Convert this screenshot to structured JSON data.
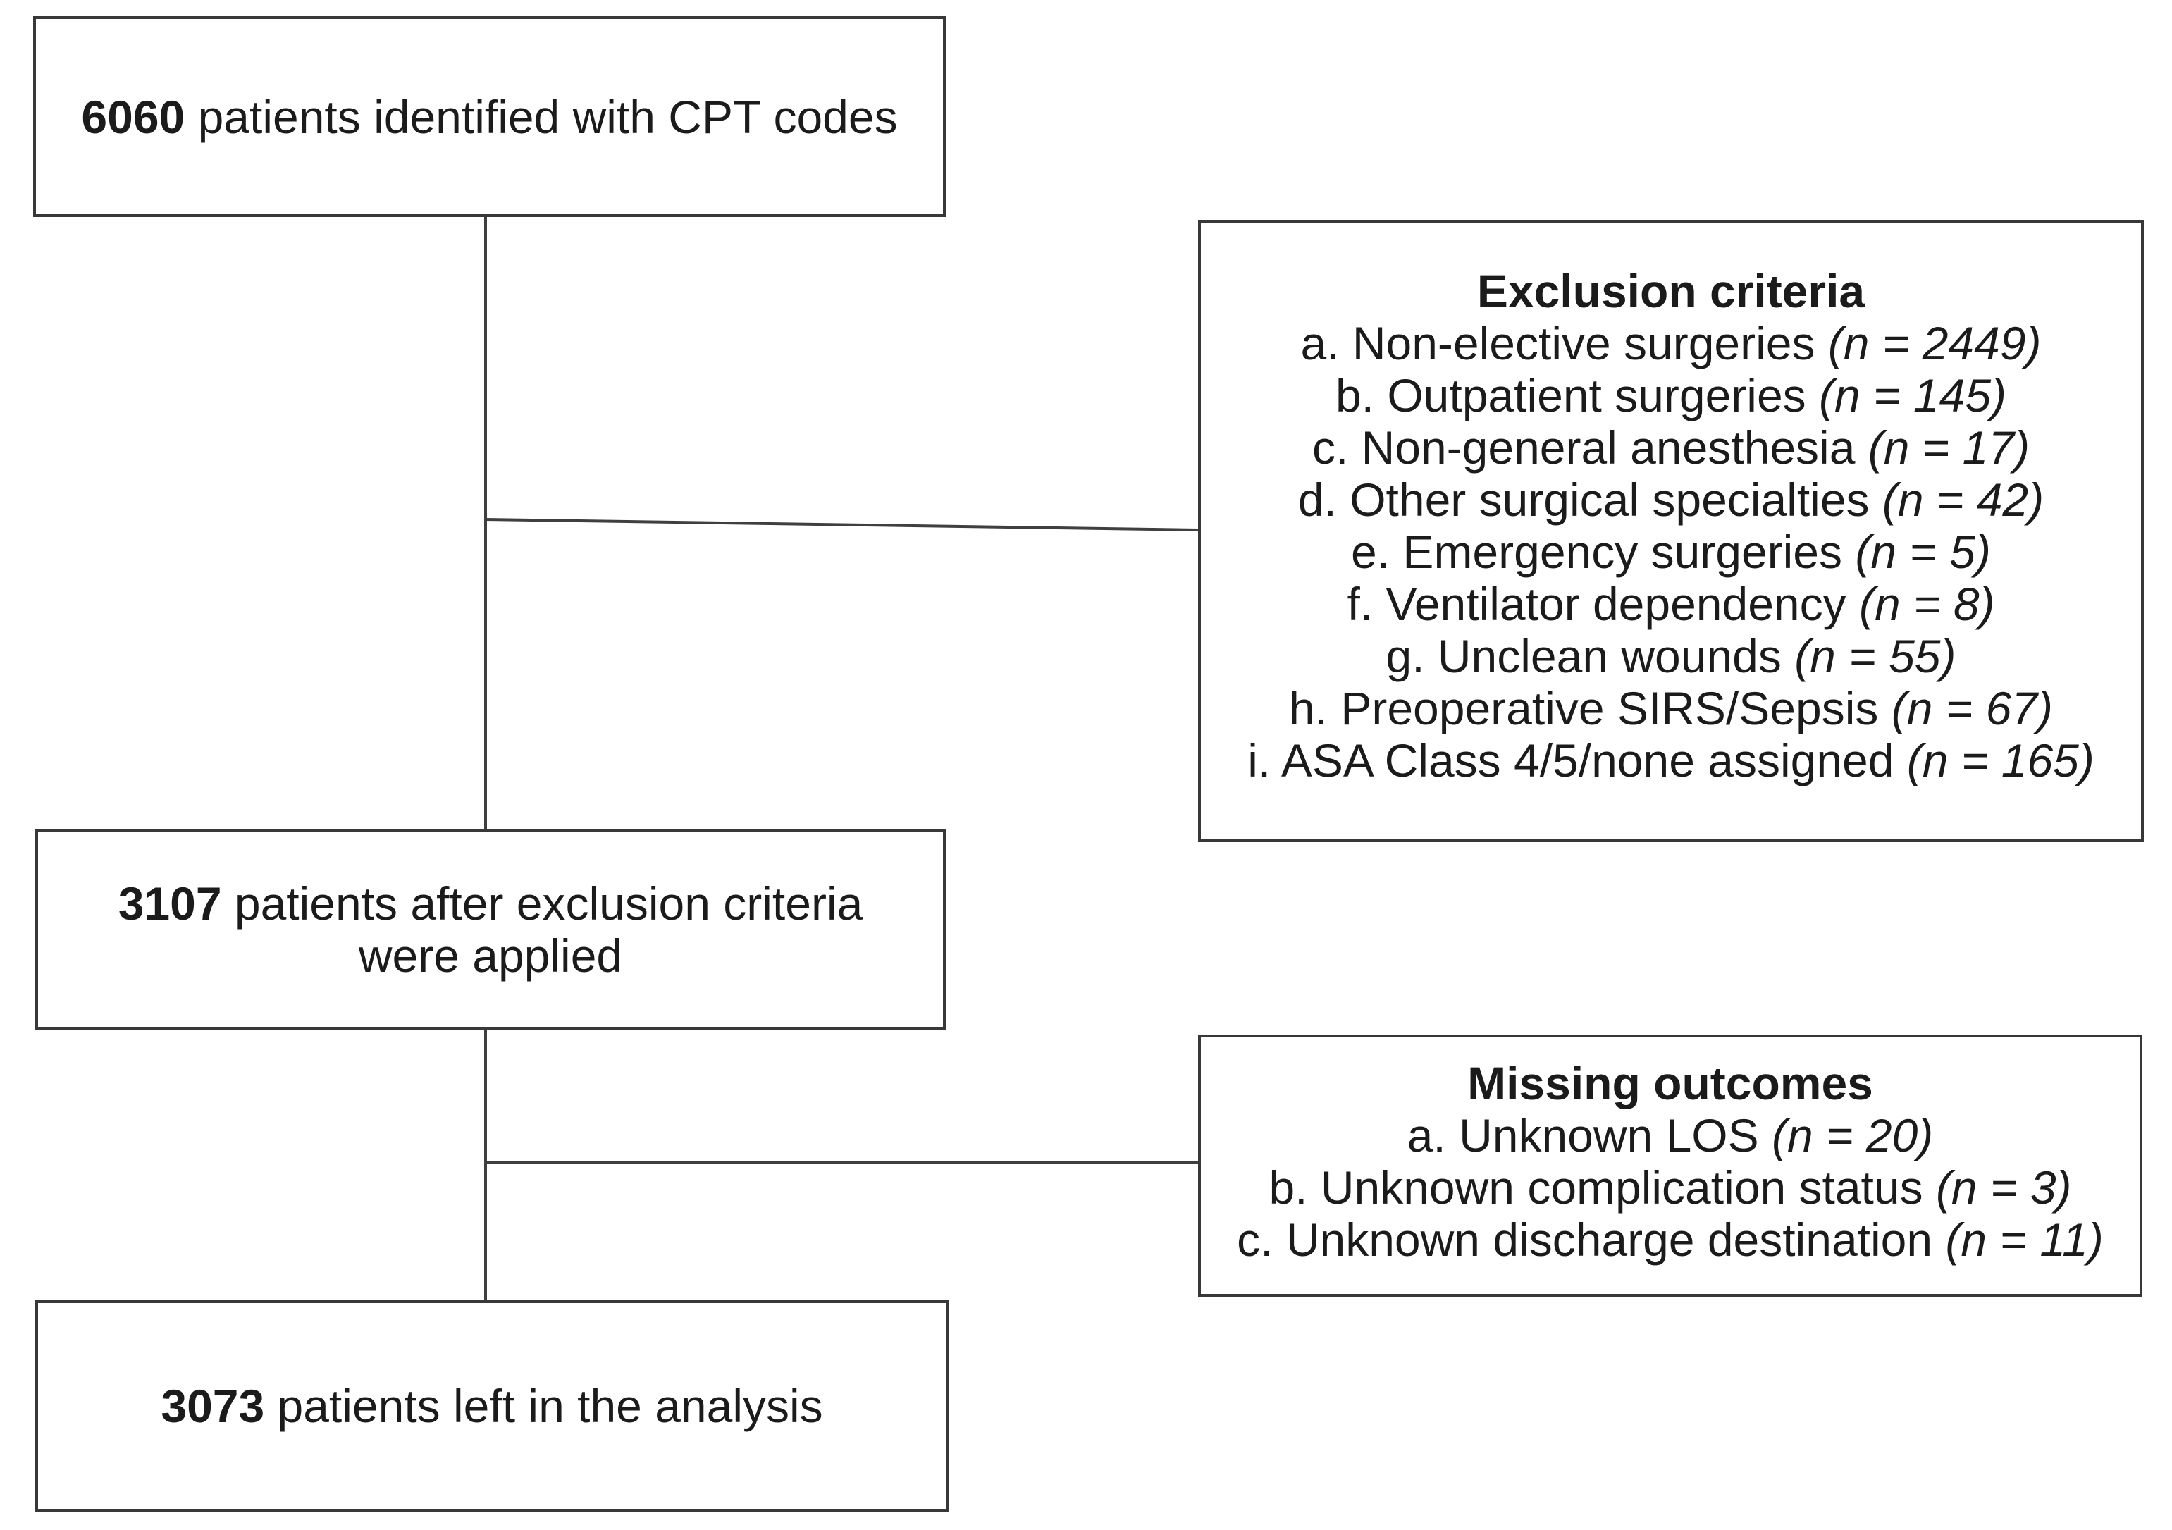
{
  "figure": {
    "background_color": "#ffffff",
    "border_color": "#383838",
    "text_color": "#1b1b1b"
  },
  "flow_boxes": [
    {
      "count": "6060",
      "text": " patients identified with CPT codes"
    },
    {
      "count": "3107",
      "text": " patients after exclusion criteria were applied"
    },
    {
      "count": "3073",
      "text": " patients left in the analysis"
    }
  ],
  "side_boxes": [
    {
      "title": "Exclusion criteria",
      "items": [
        {
          "label": "a. Non-elective surgeries",
          "n": "(n = 2449)"
        },
        {
          "label": "b. Outpatient surgeries",
          "n": "(n = 145)"
        },
        {
          "label": "c. Non-general anesthesia",
          "n": "(n = 17)"
        },
        {
          "label": "d. Other surgical specialties",
          "n": "(n = 42)"
        },
        {
          "label": "e. Emergency surgeries",
          "n": "(n = 5)"
        },
        {
          "label": "f. Ventilator dependency",
          "n": "(n = 8)"
        },
        {
          "label": "g. Unclean wounds",
          "n": "(n = 55)"
        },
        {
          "label": "h. Preoperative SIRS/Sepsis",
          "n": "(n = 67)"
        },
        {
          "label": "i. ASA Class 4/5/none assigned",
          "n": "(n = 165)"
        }
      ]
    },
    {
      "title": "Missing outcomes",
      "items": [
        {
          "label": "a. Unknown LOS",
          "n": "(n = 20)"
        },
        {
          "label": "b. Unknown complication status",
          "n": "(n = 3)"
        },
        {
          "label": "c. Unknown discharge destination",
          "n": "(n = 11)"
        }
      ]
    }
  ]
}
